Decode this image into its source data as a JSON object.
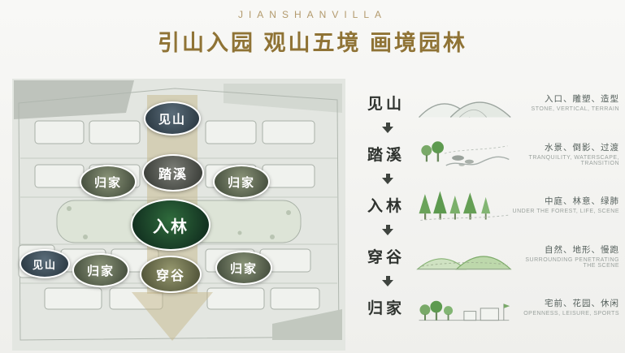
{
  "colors": {
    "brand_gold": "#8f7335",
    "brand_light_gold": "#b39a6d",
    "axis_band_tan": "#c6b88c",
    "forest_green": "#1d4a2c",
    "legend_tree_green": "#6aa35a",
    "label_dark": "#2f332f",
    "desc_gray": "#55605c",
    "desc_light_gray": "#9aa19d"
  },
  "header": {
    "brand": "JIANSHANVILLA",
    "title": "引山入园 观山五境 画境园林"
  },
  "plan": {
    "badges": [
      {
        "id": "jianshan-top",
        "label": "见山"
      },
      {
        "id": "taxi-stream",
        "label": "踏溪"
      },
      {
        "id": "guijia-left",
        "label": "归家"
      },
      {
        "id": "guijia-right",
        "label": "归家"
      },
      {
        "id": "rulin-center",
        "label": "入林"
      },
      {
        "id": "jianshan-bottom",
        "label": "见山"
      },
      {
        "id": "guijia-bottom",
        "label": "归家"
      },
      {
        "id": "chuangu",
        "label": "穿谷"
      },
      {
        "id": "guijia-bottom-right",
        "label": "归家"
      }
    ]
  },
  "legend": {
    "items": [
      {
        "label": "见山",
        "desc_cn": "入口、雕塑、造型",
        "desc_en": "STONE, VERTICAL, TERRAIN",
        "icon": "mountains-icon"
      },
      {
        "label": "踏溪",
        "desc_cn": "水景、倒影、过渡",
        "desc_en": "TRANQUILITY, WATERSCAPE, TRANSITION",
        "icon": "stream-icon"
      },
      {
        "label": "入林",
        "desc_cn": "中庭、林意、绿肺",
        "desc_en": "UNDER THE FOREST, LIFE, SCENE",
        "icon": "forest-icon"
      },
      {
        "label": "穿谷",
        "desc_cn": "自然、地形、慢跑",
        "desc_en": "SURROUNDING PENETRATING THE SCENE",
        "icon": "valley-icon"
      },
      {
        "label": "归家",
        "desc_cn": "宅前、花园、休闲",
        "desc_en": "OPENNESS, LEISURE, SPORTS",
        "icon": "home-icon"
      }
    ]
  }
}
